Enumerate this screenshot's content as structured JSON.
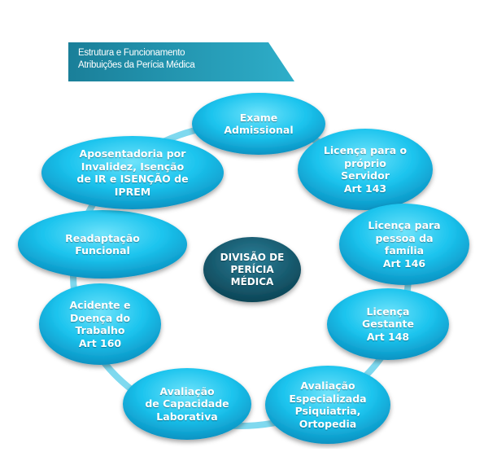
{
  "banner": {
    "line1": "Estrutura  e Funcionamento",
    "line2": "Atribuições da Perícia Médica"
  },
  "center": {
    "lines": [
      "DIVISÃO DE",
      "PERÍCIA",
      "MÉDICA"
    ]
  },
  "nodes": [
    {
      "lines": [
        "Exame",
        "Admissional"
      ]
    },
    {
      "lines": [
        "Licença para o",
        "próprio",
        "Servidor",
        "Art 143"
      ]
    },
    {
      "lines": [
        "Licença para",
        "pessoa da",
        "família",
        "Art 146"
      ]
    },
    {
      "lines": [
        "Licença",
        "Gestante",
        "Art 148"
      ]
    },
    {
      "lines": [
        "Avaliação",
        "Especializada",
        "Psiquiatria,",
        "Ortopedia"
      ]
    },
    {
      "lines": [
        "Avaliação",
        "de Capacidade",
        "Laborativa"
      ]
    },
    {
      "lines": [
        "Acidente e",
        "Doença do",
        "Trabalho",
        "Art 160"
      ]
    },
    {
      "lines": [
        "Readaptação",
        "Funcional"
      ]
    },
    {
      "lines": [
        "Aposentadoria por",
        "Invalidez,  Isenção",
        "de IR e ISENÇÃO de",
        "IPREM"
      ]
    }
  ],
  "colors": {
    "banner_dark": "#1a7f99",
    "banner_light": "#2eaec9",
    "node_light": "#6fe3fb",
    "node_mid": "#1cc4ee",
    "node_dark": "#0b93c3",
    "ring": "#7fd9ef",
    "center_light": "#2c7f98",
    "center_dark": "#0c4556"
  }
}
